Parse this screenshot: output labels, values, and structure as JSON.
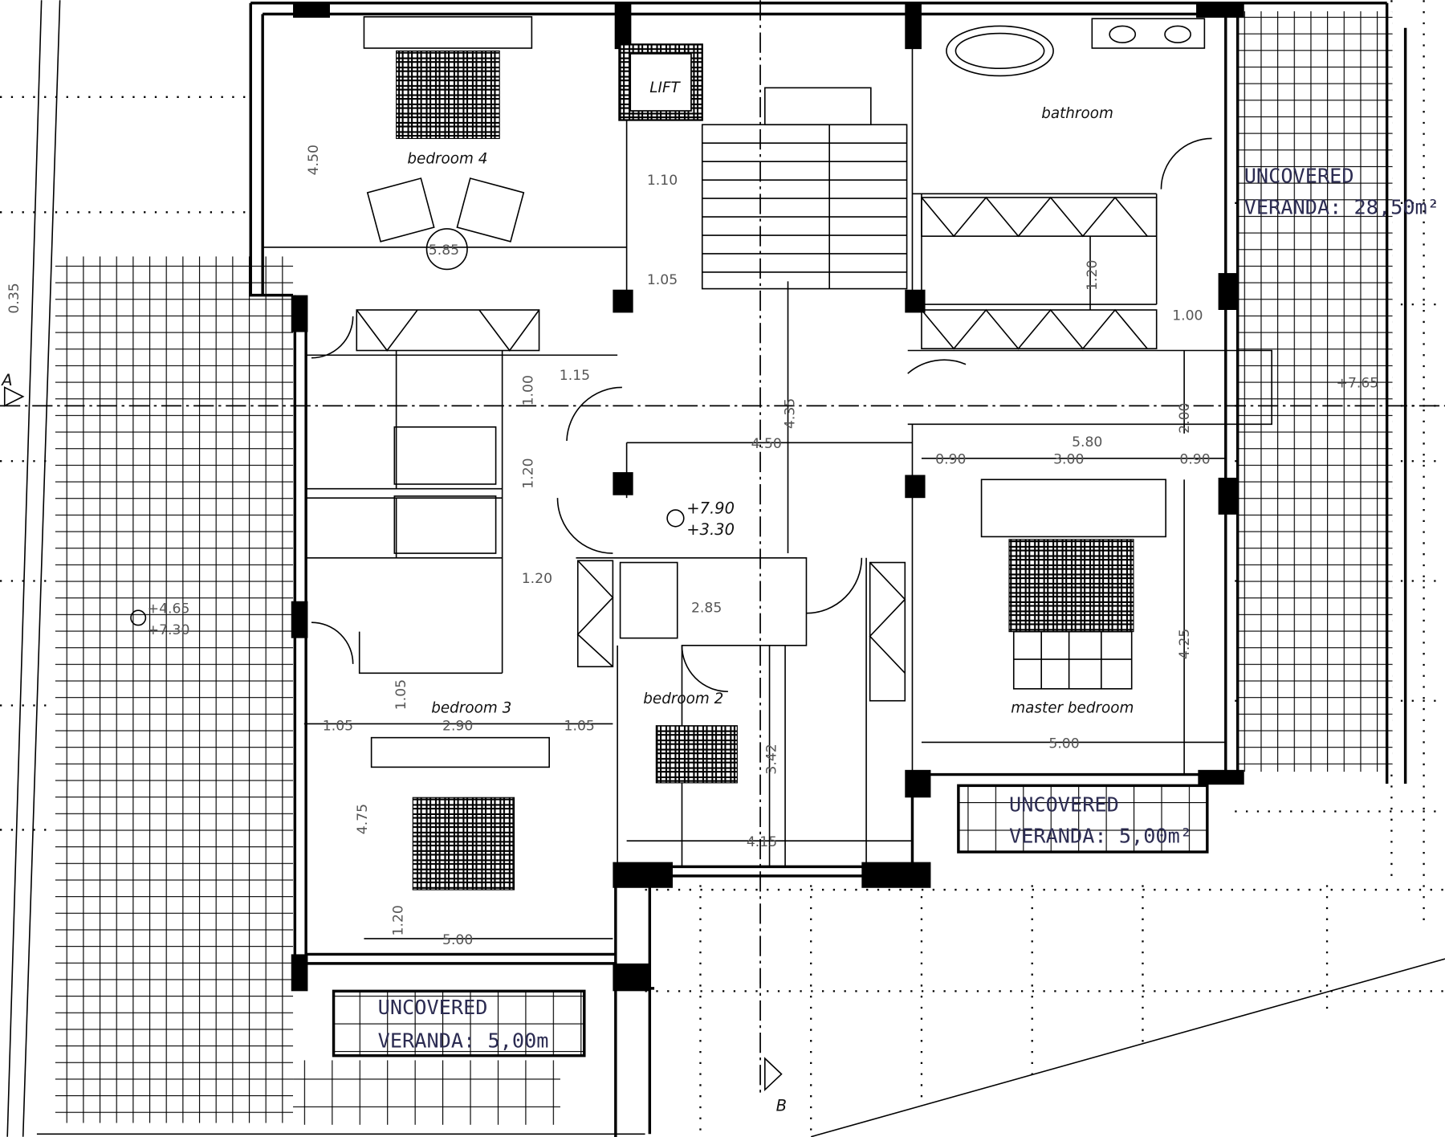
{
  "title": "First floor plan",
  "rooms": {
    "bedroom4": "bedroom 4",
    "bathroom": "bathroom",
    "bedroom3": "bedroom 3",
    "bedroom2": "bedroom 2",
    "master": "master bedroom",
    "lift": "LIFT"
  },
  "verandas": {
    "east": {
      "line1": "UNCOVERED",
      "line2": "VERANDA: 28,50m²"
    },
    "south_master": {
      "line1": "UNCOVERED",
      "line2": "VERANDA: 5,00m²"
    },
    "south_bed3": {
      "line1": "UNCOVERED",
      "line2": "VERANDA: 5,00m"
    }
  },
  "levels": {
    "hall_upper": "+7.90",
    "hall_lower": "+3.30",
    "terrace_upper": "+4.65",
    "terrace_lower": "+7.30",
    "veranda": "+7.65"
  },
  "section_marks": {
    "a": "A",
    "b": "B"
  },
  "dims": [
    "4.50",
    "5.85",
    "1.10",
    "1.05",
    "1.15",
    "1.20",
    "4.35",
    "4.50",
    "5.80",
    "0.90",
    "3.00",
    "0.90",
    "2.00",
    "1.00",
    "2.85",
    "1.20",
    "1.05",
    "2.90",
    "1.05",
    "1.05",
    "4.75",
    "1.20",
    "5.00",
    "3.42",
    "4.15",
    "4.25",
    "5.00",
    "0.35",
    "1.20",
    "1.00"
  ]
}
